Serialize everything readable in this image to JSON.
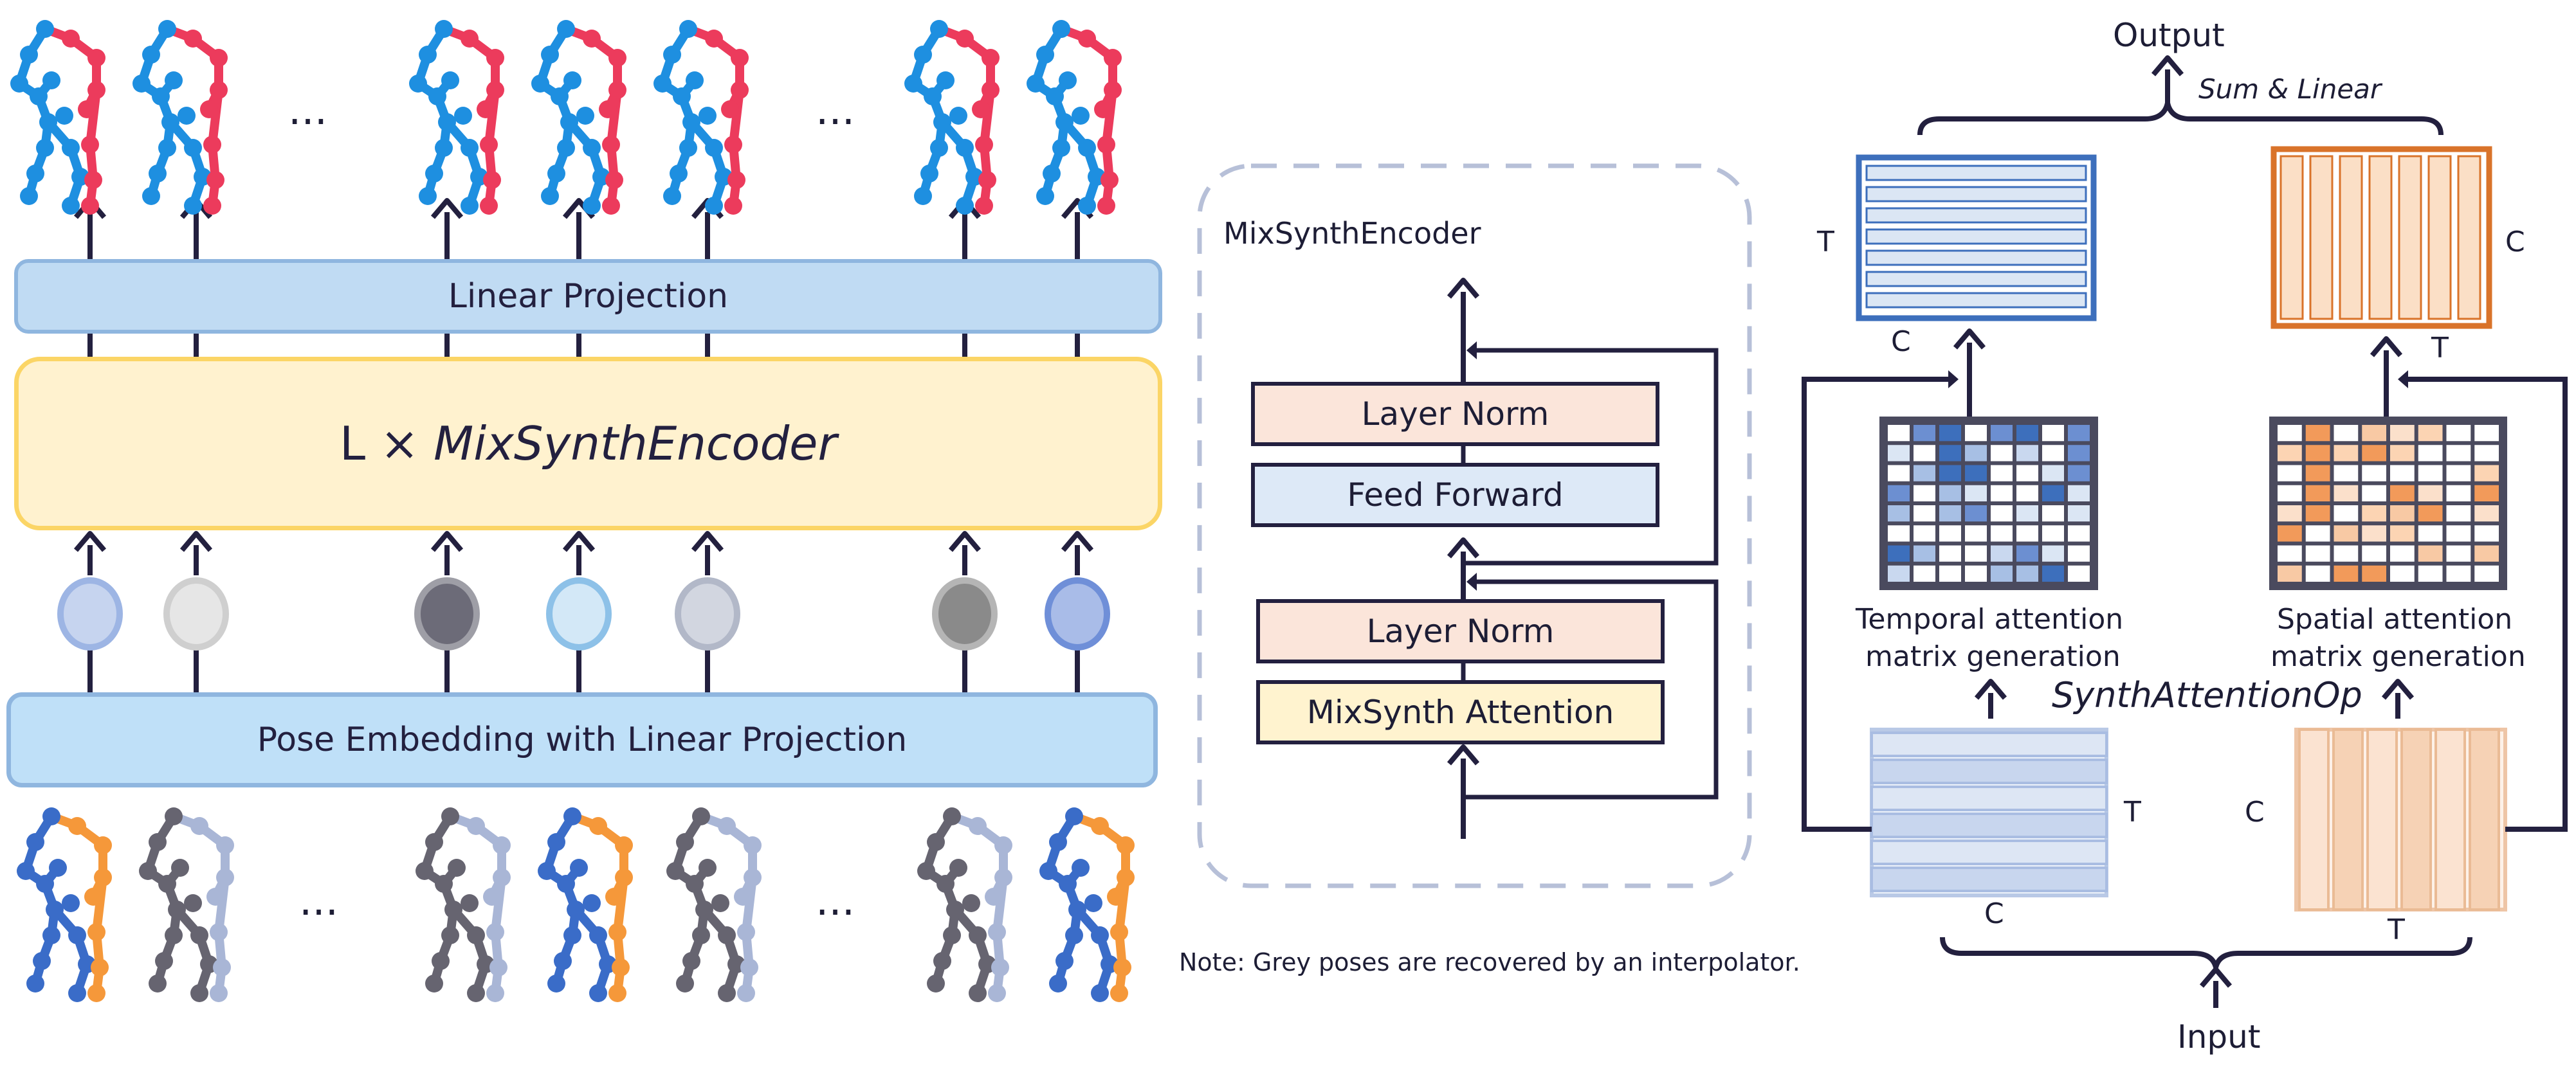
{
  "colors": {
    "ink": "#23203f",
    "pose_blue_out": "#1e8fe0",
    "pose_red": "#ec3b5c",
    "pose_blue_in": "#3a6cc8",
    "pose_orange": "#f5983a",
    "pose_grey_dark": "#666470",
    "pose_grey_light": "#a9b6d6",
    "linear_proj_fill": "#c0dbf3",
    "linear_proj_border": "#8fb6df",
    "encoder_fill": "#fff2cf",
    "encoder_border": "#fbd566",
    "embed_fill": "#bfe0f8",
    "layernorm_fill": "#fbe5da",
    "feedforward_fill": "#dde9f7",
    "mixsynth_fill": "#fff3cf",
    "temporal_blue": "#3d6fbc",
    "spatial_orange": "#d9732a"
  },
  "left": {
    "ellipsis": "...",
    "linear_projection": "Linear Projection",
    "encoder_prefix": "L × ",
    "encoder_name": "MixSynthEncoder",
    "pose_embedding": "Pose Embedding with Linear Projection",
    "tokens": [
      {
        "fill": "#c6d4ef",
        "stroke": "#9db5e4"
      },
      {
        "fill": "#e6e6e6",
        "stroke": "#cfcfcf"
      },
      {
        "fill": "#6c6b78",
        "stroke": "#9e9ea6"
      },
      {
        "fill": "#d3e8f7",
        "stroke": "#8dc1e8"
      },
      {
        "fill": "#d2d6e0",
        "stroke": "#b2b8c8"
      },
      {
        "fill": "#8a8a8a",
        "stroke": "#b5b5b5"
      },
      {
        "fill": "#a9bce8",
        "stroke": "#6f8fd8"
      }
    ]
  },
  "middle": {
    "title": "MixSynthEncoder",
    "layer_norm_1": "Layer Norm",
    "feed_forward": "Feed Forward",
    "layer_norm_2": "Layer Norm",
    "mixsynth_attention": "MixSynth Attention",
    "note": "Note: Grey poses are recovered by an interpolator."
  },
  "right": {
    "output": "Output",
    "sum_linear": "Sum & Linear",
    "dim_T": "T",
    "dim_C": "C",
    "temporal_label_1": "Temporal attention",
    "temporal_label_2": "matrix generation",
    "spatial_label_1": "Spatial attention",
    "spatial_label_2": "matrix generation",
    "synth_op": "SynthAttentionOp",
    "input": "Input"
  }
}
